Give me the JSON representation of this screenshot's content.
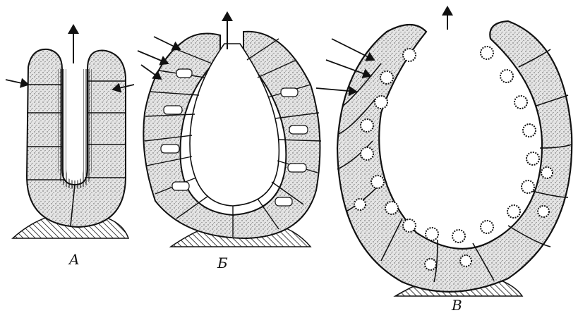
{
  "figure": {
    "panels": [
      {
        "id": "A",
        "label": "A"
      },
      {
        "id": "B",
        "label": "Б"
      },
      {
        "id": "C",
        "label": "В"
      }
    ]
  },
  "colors": {
    "ink": "#111111",
    "stipple": "#c9c9c9",
    "paper": "#ffffff"
  }
}
